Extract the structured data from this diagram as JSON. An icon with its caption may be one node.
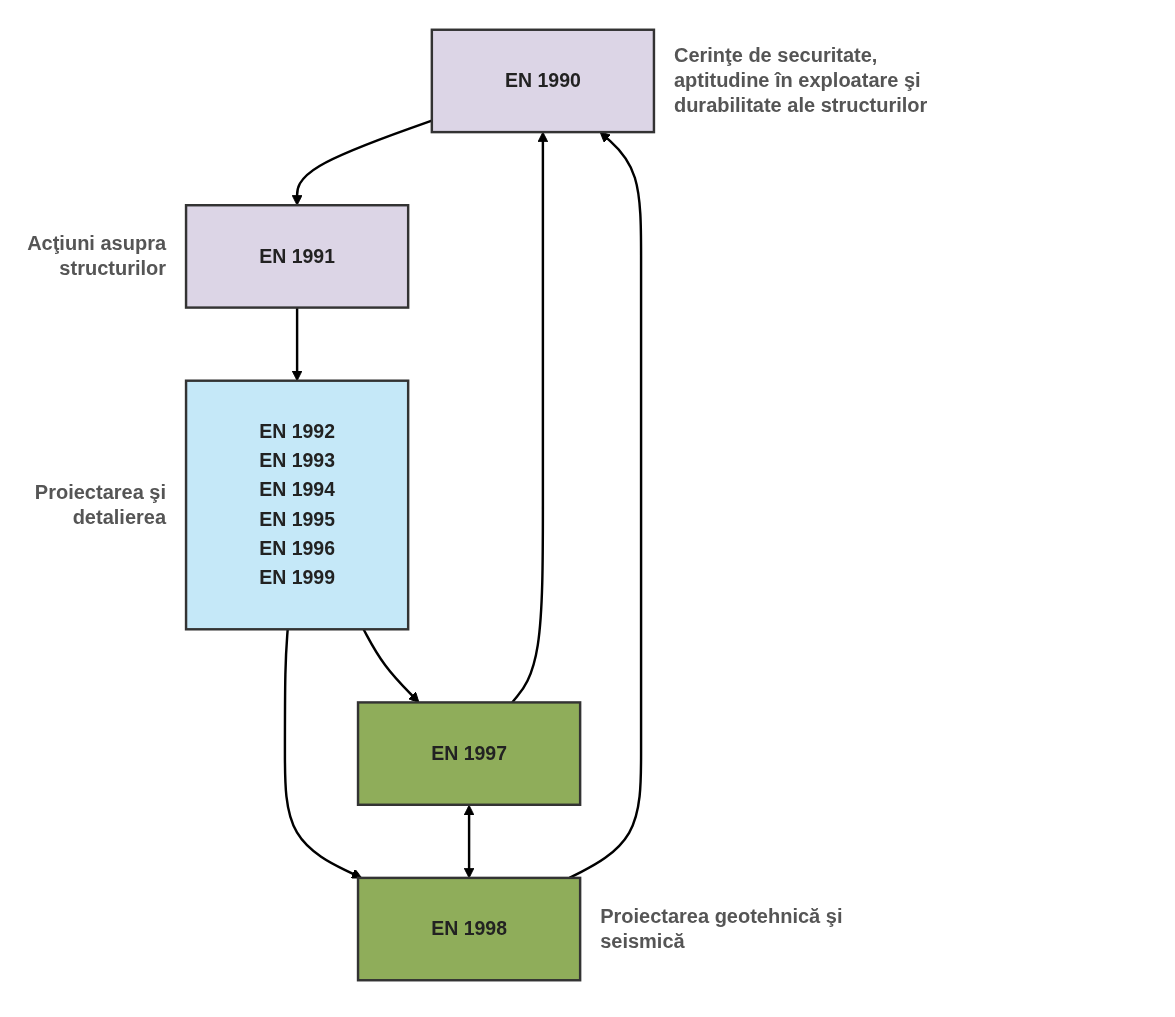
{
  "diagram": {
    "nodes": [
      {
        "text": [
          "EN 1990"
        ],
        "beside": [
          "Cerinţe de securitate, aptitudine în exploatare şi durabilitate ale structurilor"
        ]
      },
      {
        "text": [
          "EN 1991"
        ],
        "beside": [
          "Acţiuni asupra structurilor"
        ]
      },
      {
        "text": [
          "EN 1992",
          "EN 1993",
          "EN 1994",
          "EN 1995",
          "EN 1996",
          "EN 1999"
        ],
        "beside": [
          "Proiectarea şi detalierea"
        ]
      },
      {
        "text": [
          "EN 1997"
        ]
      },
      {
        "text": [
          "EN 1998"
        ],
        "beside": [
          "Proiectarea geotehnică şi seismică"
        ]
      }
    ],
    "edges": [
      {
        "from": 0,
        "to": 1,
        "arrow": "to"
      },
      {
        "from": 1,
        "to": 2,
        "arrow": "to"
      },
      {
        "from": 2,
        "to": 3,
        "arrow": "to"
      },
      {
        "from": 2,
        "to": 4,
        "arrow": "to"
      },
      {
        "from": 3,
        "to": 4,
        "arrow": "both"
      },
      {
        "from": 3,
        "to": 0,
        "arrow": "to"
      },
      {
        "from": 4,
        "to": 0,
        "arrow": "to"
      }
    ]
  }
}
